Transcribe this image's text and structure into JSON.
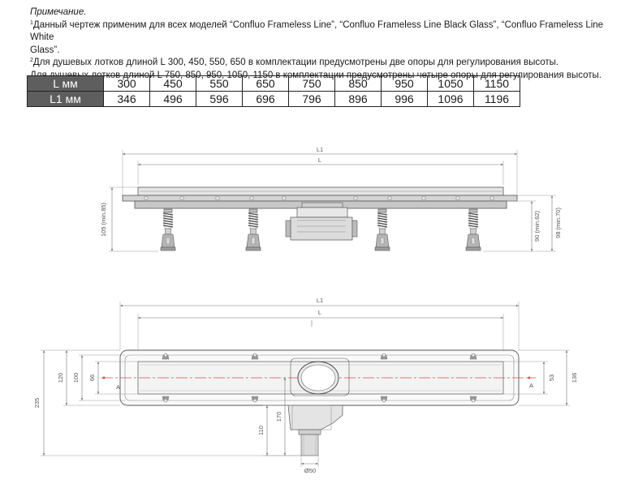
{
  "notes": {
    "title": "Примечание.",
    "note1_mark": "1",
    "note1_line1": "Данный чертеж применим для всех моделей “Confluo Frameless Line”, “Confluo Frameless Line Black Glass”, “Confluo Frameless Line White",
    "note1_line2": "Glass”.",
    "note2_mark": "2",
    "note2_line1": "Для душевых лотков длиной L 300, 450, 550, 650 в комплектации предусмотрены две опоры для регулирования высоты.",
    "note2_line2": "Для душевых лотков длиной L 750, 850, 950, 1050, 1150 в комплектации предусмотрены четыре опоры для регулирования высоты."
  },
  "table": {
    "rows": [
      {
        "label": "L мм",
        "values": [
          "300",
          "450",
          "550",
          "650",
          "750",
          "850",
          "950",
          "1050",
          "1150"
        ]
      },
      {
        "label": "L1 мм",
        "values": [
          "346",
          "496",
          "596",
          "696",
          "796",
          "896",
          "996",
          "1096",
          "1196"
        ]
      }
    ]
  },
  "side_view": {
    "dim_L1": "L1",
    "dim_L": "L",
    "dim_left": "105 (min.85)",
    "dim_right_1": "90 (min.62)",
    "dim_right_2": "98 (min.70)"
  },
  "top_view": {
    "dim_L1": "L1",
    "dim_L": "L",
    "dim_235": "235",
    "dim_120": "120",
    "dim_100": "100",
    "dim_66": "66",
    "dim_53": "53",
    "dim_136": "136",
    "dim_170": "170",
    "dim_110": "110",
    "dim_diam": "Ø50",
    "section_left": "A",
    "section_right": "A"
  }
}
